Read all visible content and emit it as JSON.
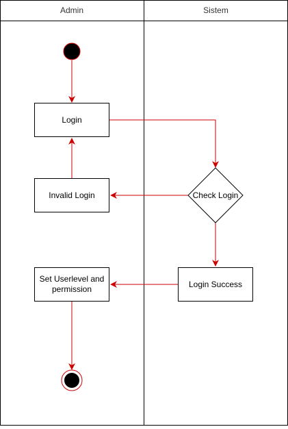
{
  "diagram": {
    "type": "activity-diagram",
    "lanes": [
      {
        "id": "admin",
        "title": "Admin"
      },
      {
        "id": "sistem",
        "title": "Sistem"
      }
    ],
    "nodes": {
      "start": {
        "kind": "initial",
        "lane": "admin"
      },
      "login": {
        "kind": "action",
        "lane": "admin",
        "label": "Login"
      },
      "invalid_login": {
        "kind": "action",
        "lane": "admin",
        "label": "Invalid Login"
      },
      "check_login": {
        "kind": "decision",
        "lane": "sistem",
        "label": "Check Login"
      },
      "login_success": {
        "kind": "action",
        "lane": "sistem",
        "label": "Login Success"
      },
      "set_userlevel": {
        "kind": "action",
        "lane": "admin",
        "label": "Set Userlevel and permission"
      },
      "end": {
        "kind": "final",
        "lane": "admin"
      }
    },
    "edges": [
      {
        "from": "start",
        "to": "login"
      },
      {
        "from": "login",
        "to": "check_login"
      },
      {
        "from": "check_login",
        "to": "invalid_login"
      },
      {
        "from": "invalid_login",
        "to": "login"
      },
      {
        "from": "check_login",
        "to": "login_success"
      },
      {
        "from": "login_success",
        "to": "set_userlevel"
      },
      {
        "from": "set_userlevel",
        "to": "end"
      }
    ],
    "colors": {
      "flow": "#cc0000",
      "outline": "#000000",
      "background": "#ffffff"
    }
  }
}
